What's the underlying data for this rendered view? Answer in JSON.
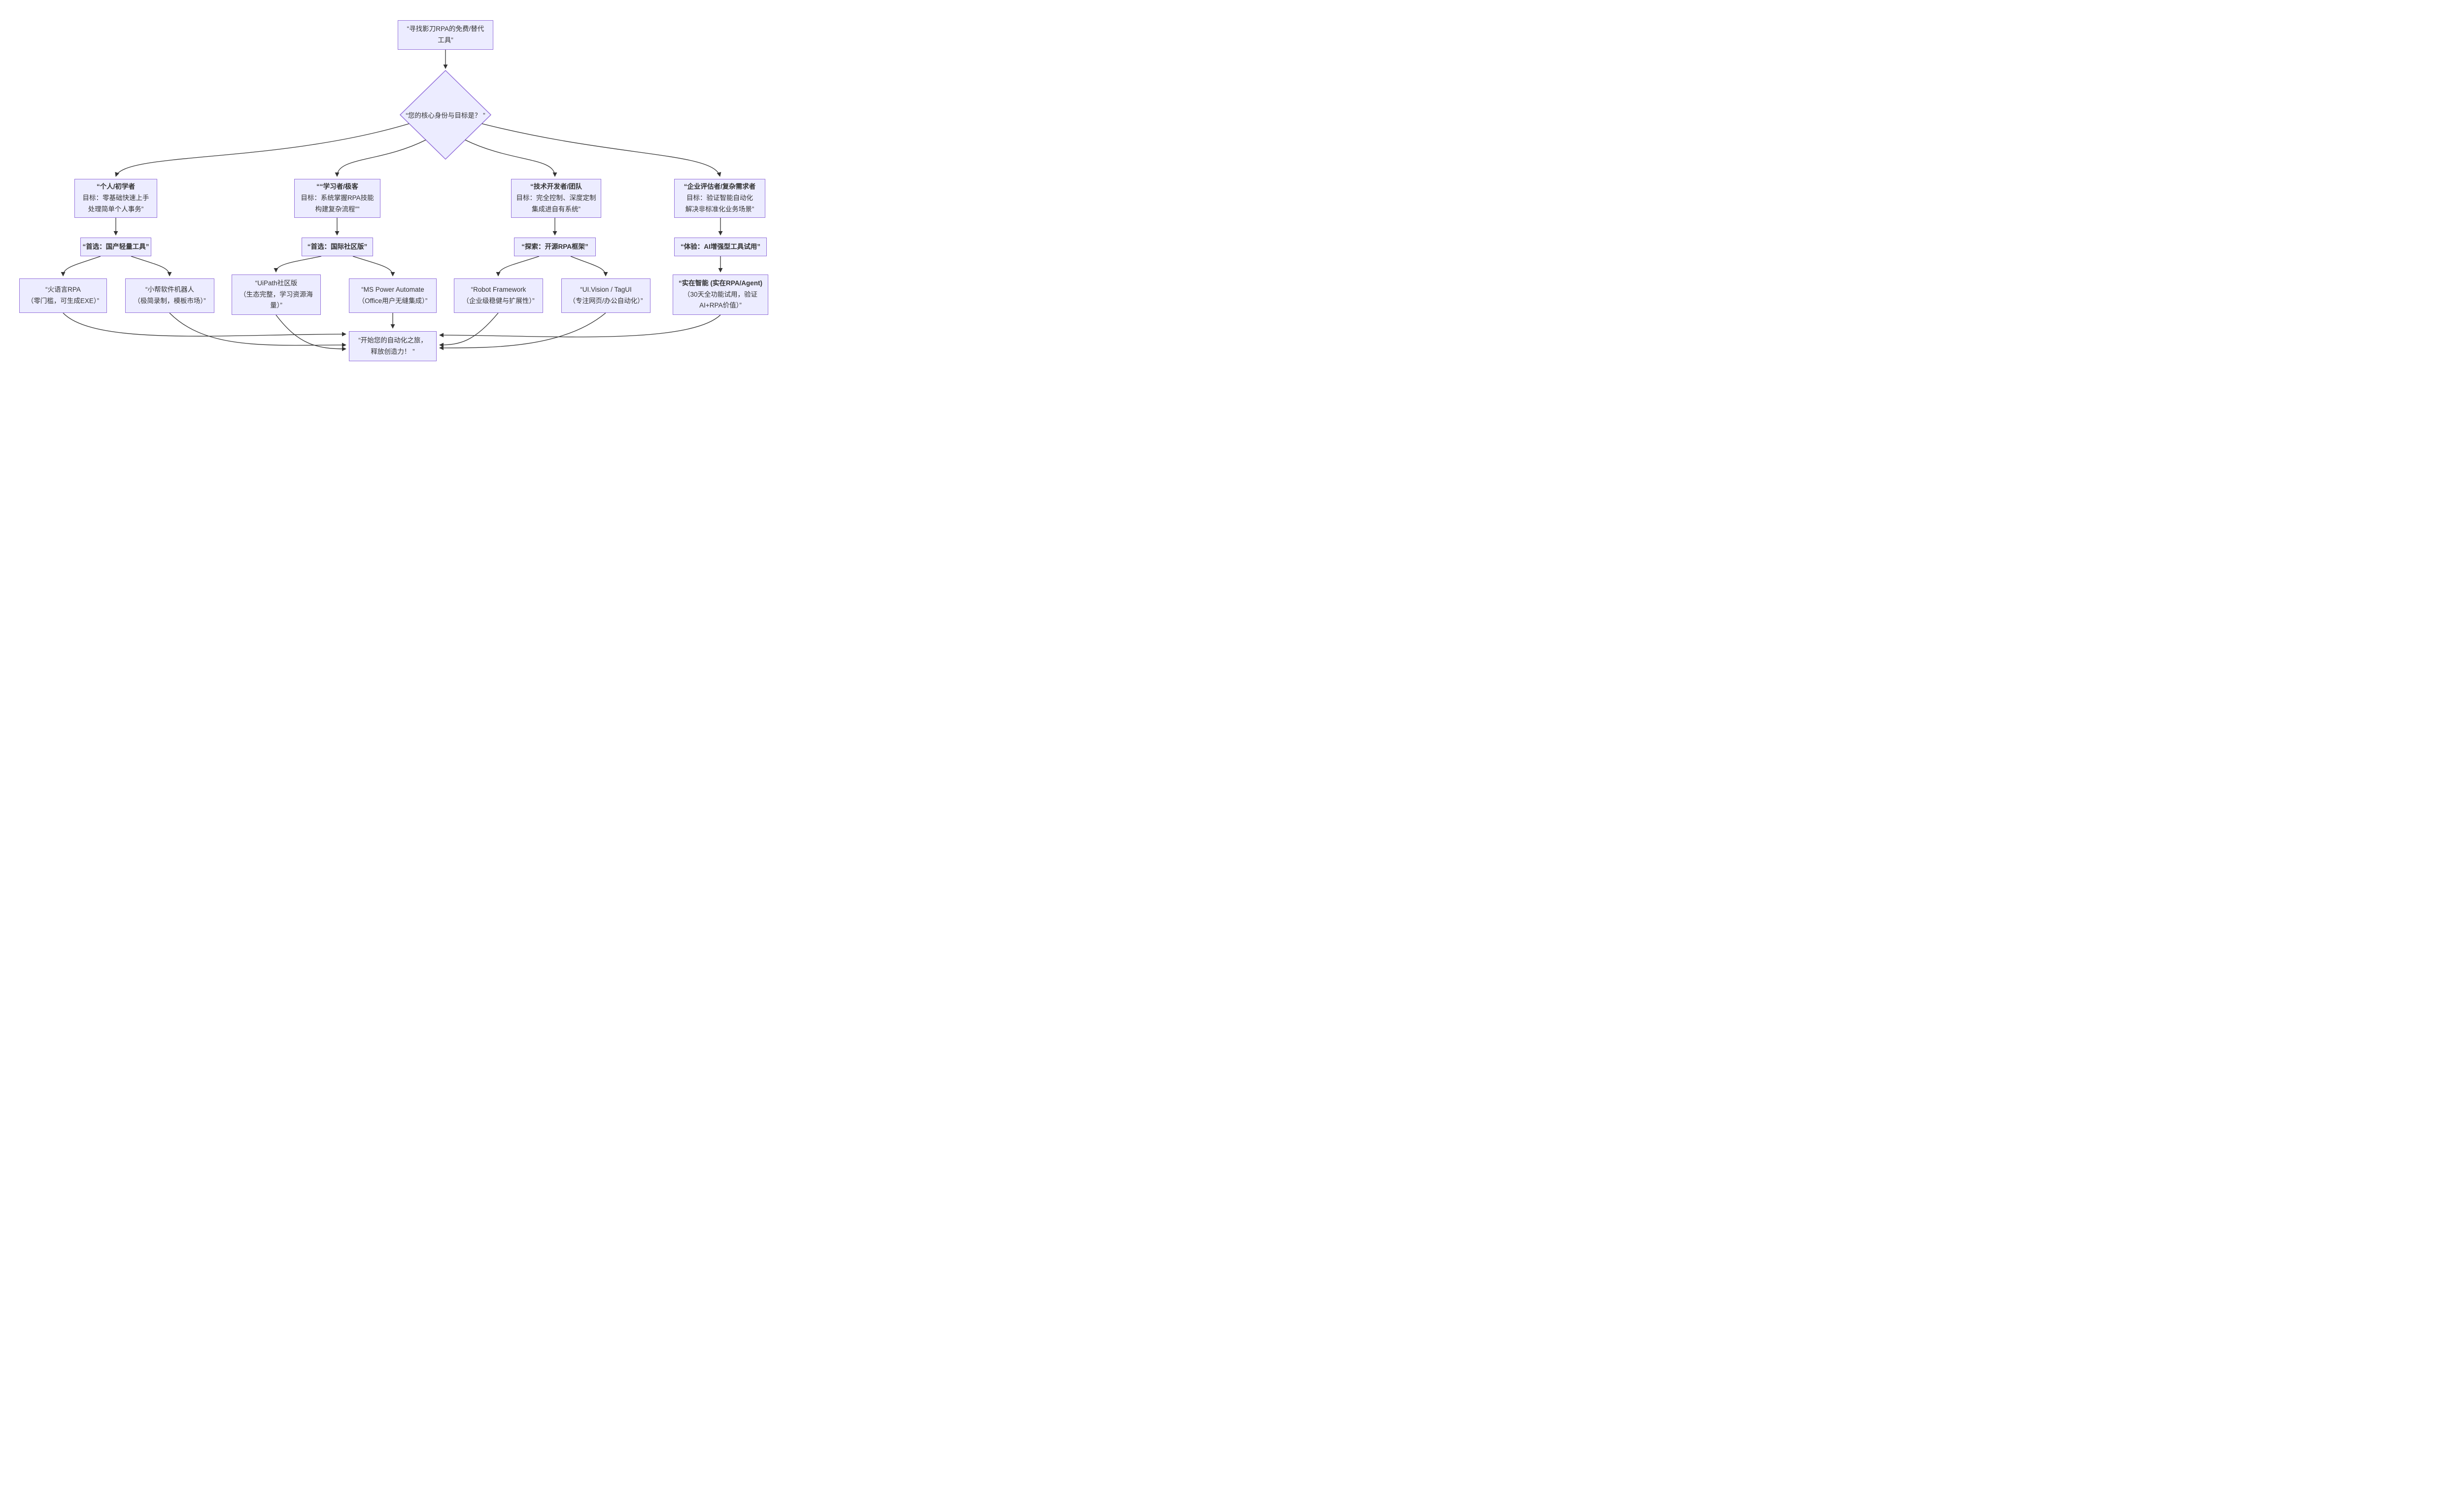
{
  "diagram": {
    "type": "flowchart",
    "background_color": "#ffffff",
    "node_fill_color": "#ECECFF",
    "node_border_color": "#9370DB",
    "edge_color": "#333333",
    "text_color": "#333333",
    "nodes": {
      "root": {
        "lines": [
          "“寻找影刀RPA的免费/替代",
          "工具”"
        ]
      },
      "decision": {
        "label": "“您的核心身份与目标是？ ”",
        "shape": "diamond"
      },
      "persona_beginner": {
        "title": "“个人/初学者",
        "lines": [
          "目标：零基础快速上手",
          "处理简单个人事务”"
        ]
      },
      "persona_learner": {
        "title": "““学习者/极客",
        "lines": [
          "目标：系统掌握RPA技能",
          "构建复杂流程””"
        ]
      },
      "persona_developer": {
        "title": "“技术开发者/团队",
        "lines": [
          "目标：完全控制、深度定制",
          "集成进自有系统”"
        ]
      },
      "persona_enterprise": {
        "title": "“企业评估者/复杂需求者",
        "lines": [
          "目标：验证智能自动化",
          "解决非标准化业务场景”"
        ]
      },
      "rec_domestic": {
        "title": "“首选：国产轻量工具”"
      },
      "rec_international": {
        "title": "“首选：国际社区版”"
      },
      "rec_opensource": {
        "title": "“探索：开源RPA框架”"
      },
      "rec_ai_trial": {
        "title": "“体验：AI增强型工具试用”"
      },
      "tool_huoyuyan": {
        "lines": [
          "“火语言RPA",
          "（零门槛，可生成EXE）”"
        ]
      },
      "tool_xiaobang": {
        "lines": [
          "“小帮软件机器人",
          "（极简录制，模板市场）”"
        ]
      },
      "tool_uipath": {
        "lines": [
          "“UiPath社区版",
          "（生态完整，学习资源海",
          "量）”"
        ]
      },
      "tool_power_automate": {
        "lines": [
          "“MS Power Automate",
          "（Office用户无缝集成）”"
        ]
      },
      "tool_robot_framework": {
        "lines": [
          "“Robot Framework",
          "（企业级稳健与扩展性）”"
        ]
      },
      "tool_uivision": {
        "lines": [
          "“UI.Vision / TagUI",
          "（专注网页/办公自动化）”"
        ]
      },
      "tool_shizai": {
        "title": "“实在智能 (实在RPA/Agent)",
        "lines": [
          "（30天全功能试用，验证",
          "AI+RPA价值）”"
        ]
      },
      "finish": {
        "lines": [
          "“开始您的自动化之旅，",
          "释放创造力！ ”"
        ]
      }
    }
  }
}
